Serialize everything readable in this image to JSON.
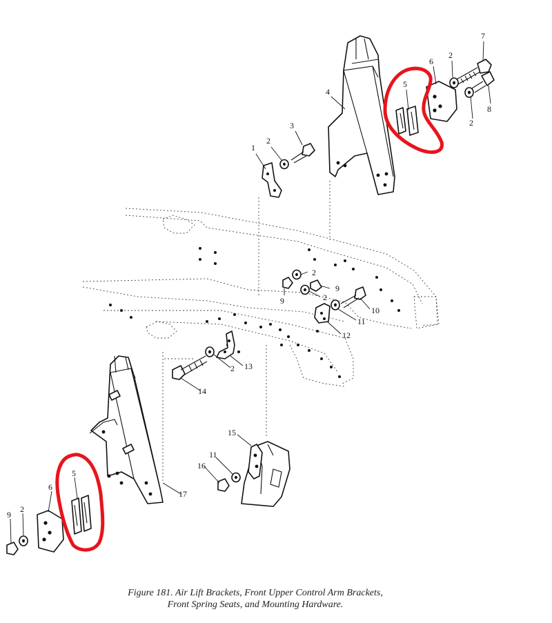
{
  "figure": {
    "caption_line1": "Figure 181.  Air Lift Brackets, Front Upper Control Arm Brackets,",
    "caption_line2": "Front Spring Seats, and Mounting Hardware."
  },
  "callouts": [
    {
      "id": "c1",
      "label": "1"
    },
    {
      "id": "c2a",
      "label": "2"
    },
    {
      "id": "c3",
      "label": "3"
    },
    {
      "id": "c4",
      "label": "4"
    },
    {
      "id": "c5a",
      "label": "5"
    },
    {
      "id": "c6a",
      "label": "6"
    },
    {
      "id": "c2b",
      "label": "2"
    },
    {
      "id": "c7",
      "label": "7"
    },
    {
      "id": "c8",
      "label": "8"
    },
    {
      "id": "c2c",
      "label": "2"
    },
    {
      "id": "c2d",
      "label": "2"
    },
    {
      "id": "c9a",
      "label": "9"
    },
    {
      "id": "c9b",
      "label": "9"
    },
    {
      "id": "c2e",
      "label": "2"
    },
    {
      "id": "c10",
      "label": "10"
    },
    {
      "id": "c11a",
      "label": "11"
    },
    {
      "id": "c12",
      "label": "12"
    },
    {
      "id": "c13",
      "label": "13"
    },
    {
      "id": "c2f",
      "label": "2"
    },
    {
      "id": "c14",
      "label": "14"
    },
    {
      "id": "c15",
      "label": "15"
    },
    {
      "id": "c11b",
      "label": "11"
    },
    {
      "id": "c16",
      "label": "16"
    },
    {
      "id": "c17",
      "label": "17"
    },
    {
      "id": "c5b",
      "label": "5"
    },
    {
      "id": "c6b",
      "label": "6"
    },
    {
      "id": "c9c",
      "label": "9"
    },
    {
      "id": "c2g",
      "label": "2"
    }
  ],
  "highlight_color": "#e8141c"
}
